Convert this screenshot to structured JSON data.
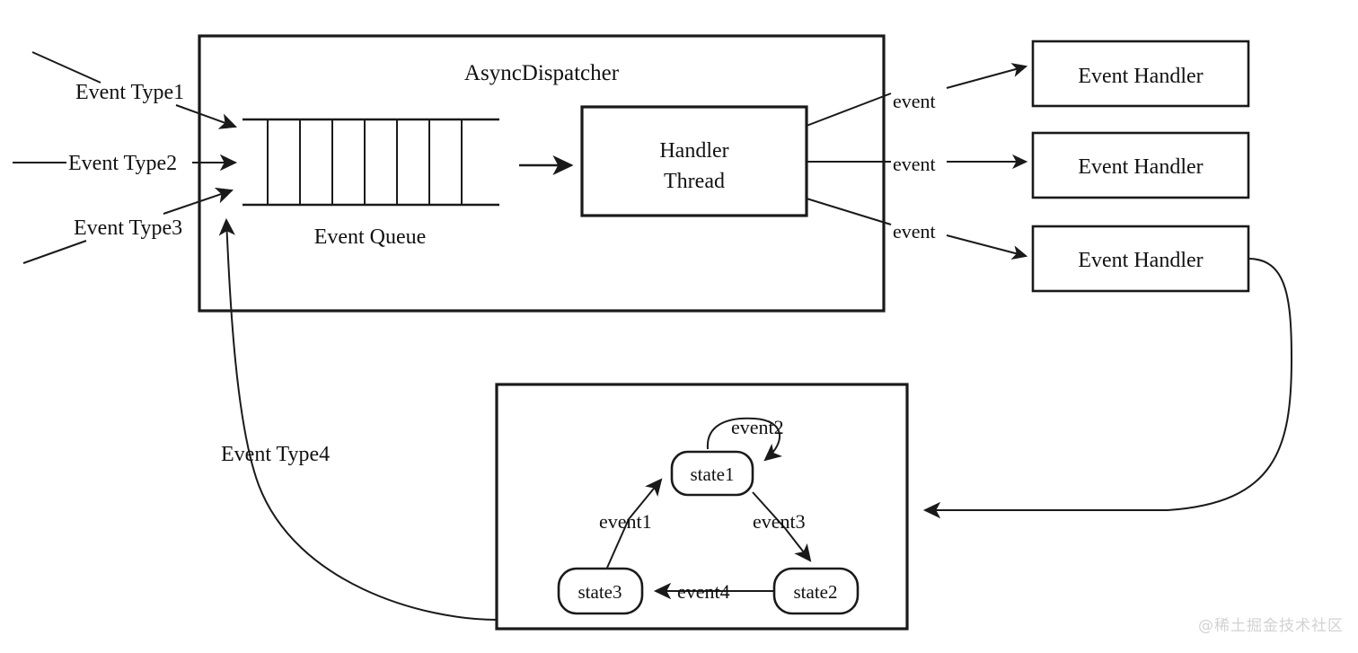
{
  "diagram": {
    "title": "AsyncDispatcher event model",
    "dispatcher": {
      "label": "AsyncDispatcher",
      "queue_label": "Event Queue",
      "queue_cells": 8,
      "handler_thread_line1": "Handler",
      "handler_thread_line2": "Thread"
    },
    "inputs": [
      {
        "label": "Event Type1"
      },
      {
        "label": "Event Type2"
      },
      {
        "label": "Event Type3"
      },
      {
        "label": "Event Type4"
      }
    ],
    "event_edges": [
      {
        "label": "event"
      },
      {
        "label": "event"
      },
      {
        "label": "event"
      }
    ],
    "handlers": [
      {
        "label": "Event Handler"
      },
      {
        "label": "Event Handler"
      },
      {
        "label": "Event Handler"
      }
    ],
    "state_machine": {
      "states": [
        {
          "id": "state1",
          "label": "state1"
        },
        {
          "id": "state2",
          "label": "state2"
        },
        {
          "id": "state3",
          "label": "state3"
        }
      ],
      "transitions": [
        {
          "label": "event1",
          "from": "state3",
          "to": "state1"
        },
        {
          "label": "event2",
          "from": "state1",
          "to": "state1"
        },
        {
          "label": "event3",
          "from": "state1",
          "to": "state2"
        },
        {
          "label": "event4",
          "from": "state2",
          "to": "state3"
        }
      ]
    },
    "watermark": "@稀土掘金技术社区",
    "colors": {
      "stroke": "#1a1a1a",
      "background": "#ffffff",
      "watermark": "#d2d2d2"
    }
  }
}
